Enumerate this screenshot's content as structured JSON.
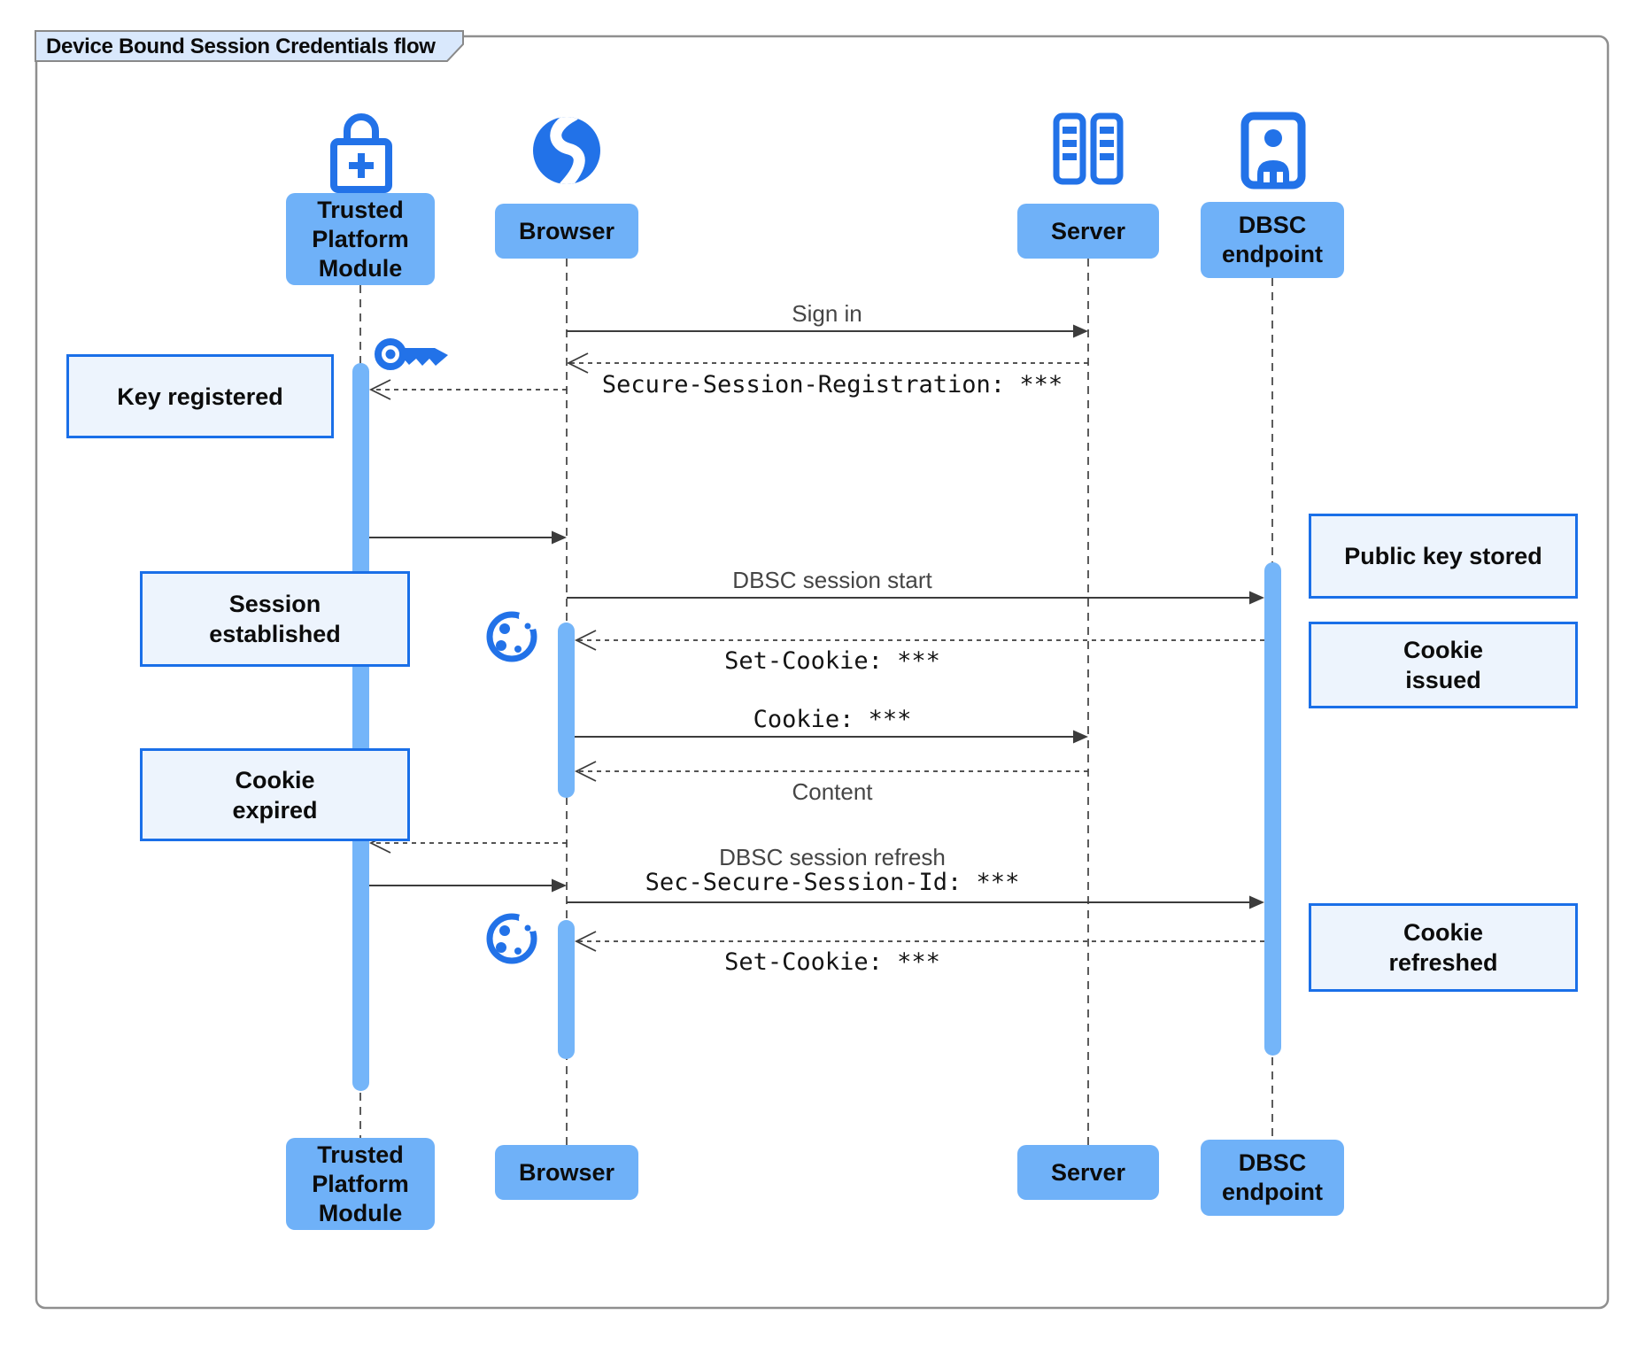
{
  "title": "Device Bound Session Credentials flow",
  "participants": [
    {
      "id": "tpm",
      "label": "Trusted\nPlatform\nModule",
      "icon": "lock-plus-icon"
    },
    {
      "id": "browser",
      "label": "Browser",
      "icon": "globe-icon"
    },
    {
      "id": "server",
      "label": "Server",
      "icon": "server-rack-icon"
    },
    {
      "id": "dbsc",
      "label": "DBSC\nendpoint",
      "icon": "person-door-icon"
    }
  ],
  "messages": {
    "sign_in": "Sign in",
    "secure_session_registration": "Secure-Session-Registration: ***",
    "dbsc_session_start": "DBSC session start",
    "set_cookie_1": "Set-Cookie: ***",
    "cookie": "Cookie: ***",
    "content": "Content",
    "dbsc_session_refresh": "DBSC session refresh",
    "sec_secure_session_id": "Sec-Secure-Session-Id: ***",
    "set_cookie_2": "Set-Cookie: ***"
  },
  "notes": {
    "key_registered": "Key registered",
    "session_established": "Session\nestablished",
    "cookie_expired": "Cookie\nexpired",
    "public_key_stored": "Public key stored",
    "cookie_issued": "Cookie\nissued",
    "cookie_refreshed": "Cookie\nrefreshed"
  },
  "decorations": {
    "key_icon": "key-icon",
    "cookie_icon_1": "cookie-icon",
    "cookie_icon_2": "cookie-icon"
  },
  "colors": {
    "icon_blue": "#2272e8",
    "participant_fill": "#6fb1f8",
    "activation_fill": "#74b5f9",
    "note_fill": "#edf4fd",
    "note_border": "#1a6fe8",
    "title_fill": "#d9e8fc",
    "frame_grey": "#8f8f8f",
    "line_dark": "#3c3c3c"
  }
}
